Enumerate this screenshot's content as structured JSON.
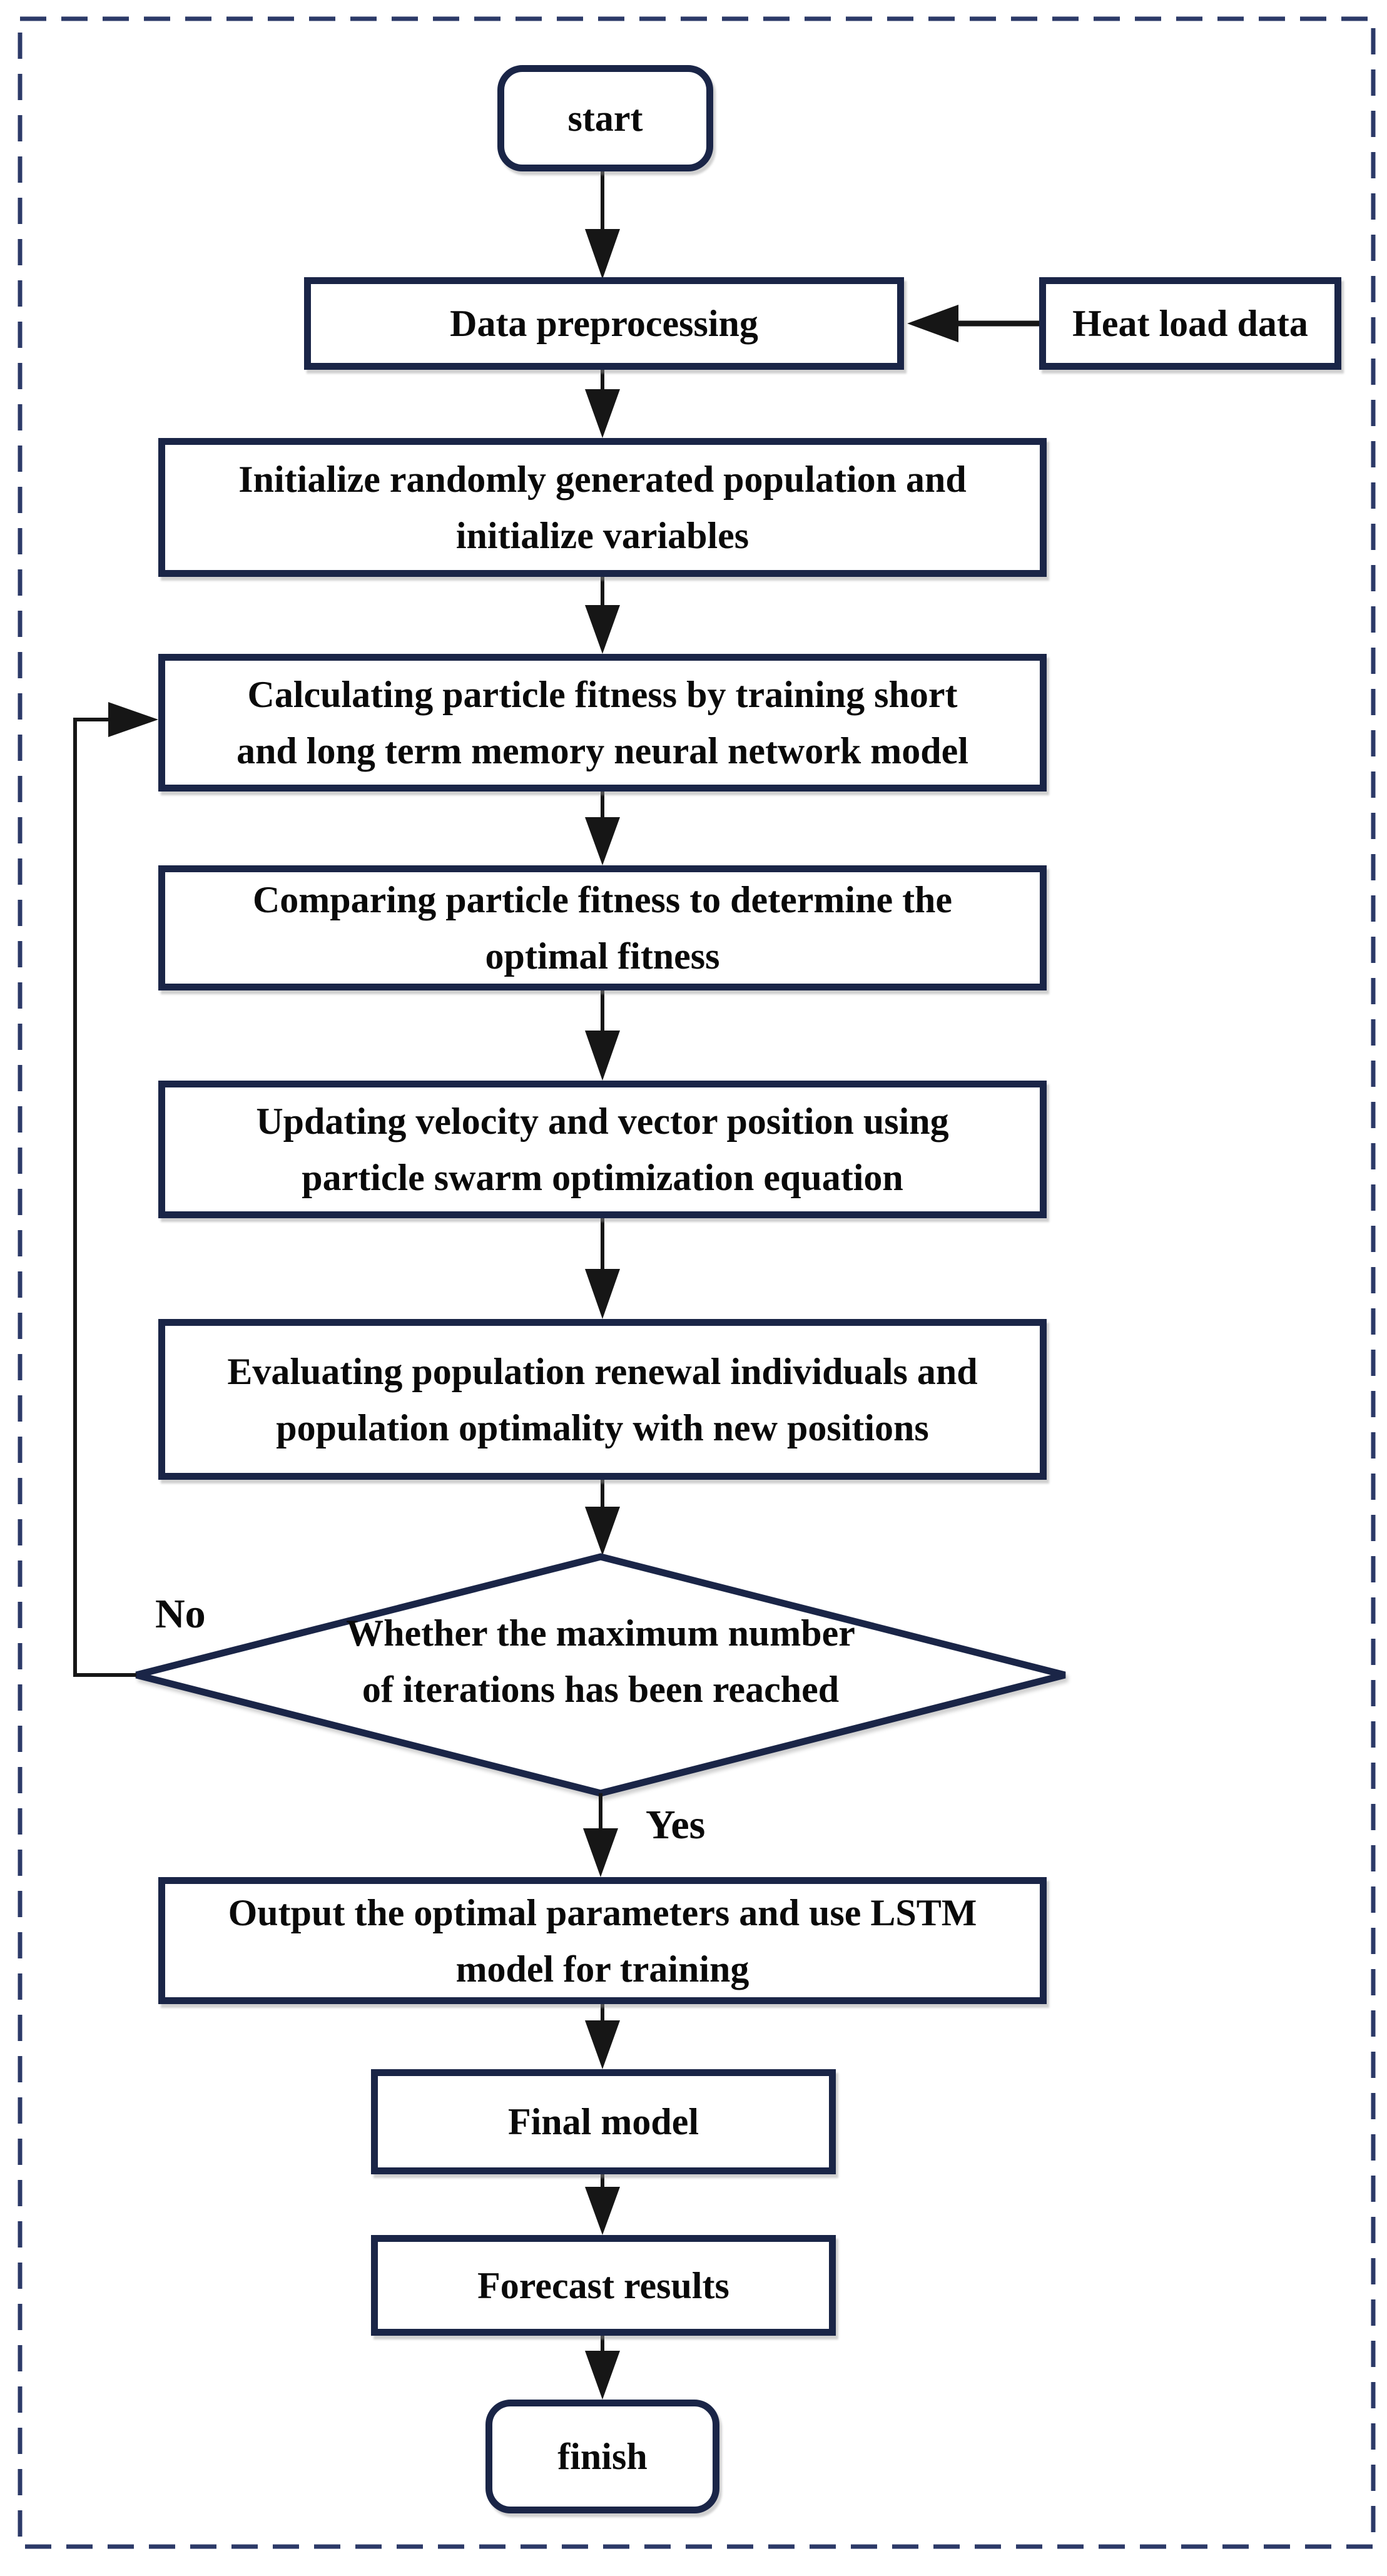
{
  "nodes": {
    "start": {
      "label": "start"
    },
    "data_preprocessing": {
      "label": "Data preprocessing"
    },
    "heat_load_data": {
      "label": "Heat load data"
    },
    "initialize": {
      "lines": [
        "Initialize randomly generated population and",
        "initialize variables"
      ]
    },
    "calculate_fitness": {
      "lines": [
        "Calculating particle fitness by training short",
        "and long term memory neural network model"
      ]
    },
    "compare_fitness": {
      "lines": [
        "Comparing particle fitness to determine the",
        "optimal fitness"
      ]
    },
    "update_velocity": {
      "lines": [
        "Updating velocity and vector position using",
        "particle swarm optimization equation"
      ]
    },
    "evaluate_population": {
      "lines": [
        "Evaluating population renewal individuals and",
        "population optimality with new positions"
      ]
    },
    "decision": {
      "lines": [
        "Whether the maximum number",
        "of iterations has been reached"
      ]
    },
    "output_parameters": {
      "lines": [
        "Output the optimal parameters and use LSTM",
        "model for training"
      ]
    },
    "final_model": {
      "label": "Final model"
    },
    "forecast_results": {
      "label": "Forecast results"
    },
    "finish": {
      "label": "finish"
    }
  },
  "edges": {
    "no_label": "No",
    "yes_label": "Yes"
  },
  "colors": {
    "shape_border": "#1a2547",
    "dashed_frame": "#2c3a68",
    "arrow": "#161616",
    "text": "#0a0a0a",
    "background": "#ffffff"
  }
}
